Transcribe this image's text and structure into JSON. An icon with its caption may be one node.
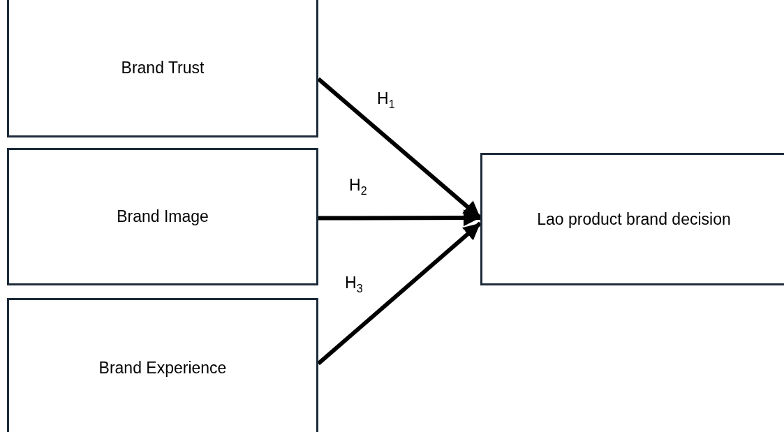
{
  "diagram": {
    "nodes": [
      {
        "text": [
          "Brand Trust"
        ]
      },
      {
        "text": [
          "Brand Image"
        ]
      },
      {
        "text": [
          "Brand Experience"
        ]
      },
      {
        "text": [
          "Lao product brand decision"
        ]
      }
    ],
    "edges": [
      {
        "from": 0,
        "to": 3,
        "arrow": "to",
        "label": "H$_{1}$"
      },
      {
        "from": 1,
        "to": 3,
        "arrow": "to",
        "label": "H$_{2}$"
      },
      {
        "from": 2,
        "to": 3,
        "arrow": "to",
        "label": "H$_{3}$"
      }
    ]
  }
}
